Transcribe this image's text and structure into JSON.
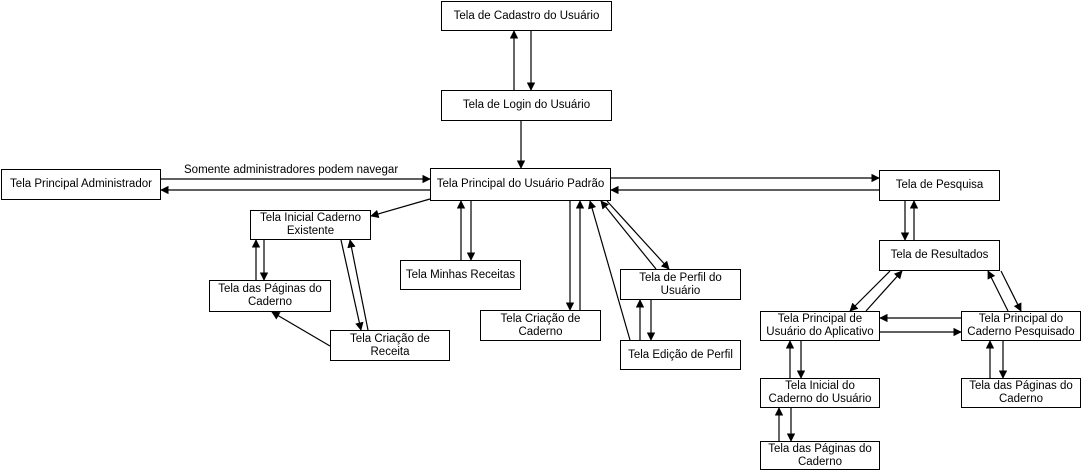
{
  "nodes": {
    "cadastro": "Tela de Cadastro do Usuário",
    "login": "Tela de Login do Usuário",
    "principal": "Tela Principal do Usuário Padrão",
    "admin": "Tela Principal Administrador",
    "pesquisa": "Tela de Pesquisa",
    "resultados": "Tela de Resultados",
    "caderno_existente": "Tela Inicial Caderno Existente",
    "paginas_caderno_1": "Tela das Páginas do Caderno",
    "criacao_receita": "Tela Criação de Receita",
    "minhas_receitas": "Tela Minhas Receitas",
    "criacao_caderno": "Tela Criação de Caderno",
    "perfil_usuario": "Tela de Perfil do Usuário",
    "edicao_perfil": "Tela Edição de Perfil",
    "principal_usuario_app": "Tela Principal de Usuário do Aplicativo",
    "caderno_pesquisado": "Tela Principal do Caderno Pesquisado",
    "inicial_caderno_usuario": "Tela Inicial do Caderno do Usuário",
    "paginas_caderno_2": "Tela das Páginas do Caderno",
    "paginas_caderno_3": "Tela das Páginas do Caderno"
  },
  "edge_labels": {
    "admin_only": "Somente administradores podem navegar"
  }
}
